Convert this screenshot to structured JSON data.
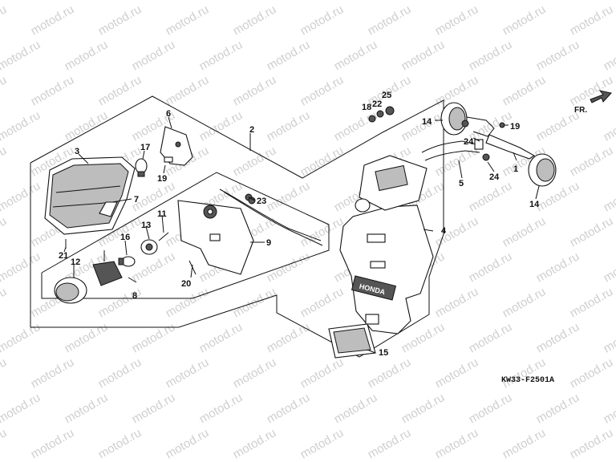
{
  "watermark": "motod.ru",
  "diagram_code": "KW33-F2501A",
  "front_indicator": "FR.",
  "callouts": [
    "1",
    "2",
    "3",
    "4",
    "5",
    "6",
    "7",
    "8",
    "9",
    "11",
    "12",
    "13",
    "14",
    "14",
    "15",
    "16",
    "17",
    "18",
    "19",
    "19",
    "20",
    "21",
    "22",
    "23",
    "24",
    "24",
    "25"
  ],
  "plate_text": "HONDA"
}
